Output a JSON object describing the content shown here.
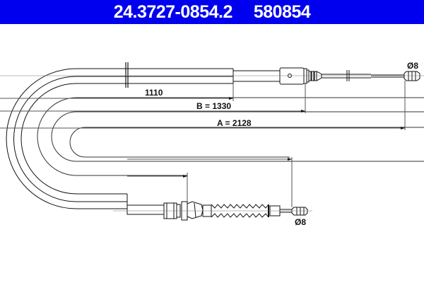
{
  "header": {
    "part_number": "24.3727-0854.2",
    "ref_number": "580854",
    "background": "#0000ee"
  },
  "dimensions": {
    "d1": "1110",
    "b": "B = 1330",
    "a": "A = 2128",
    "top_end_diameter": "Ø8",
    "bottom_end_diameter": "Ø8"
  }
}
